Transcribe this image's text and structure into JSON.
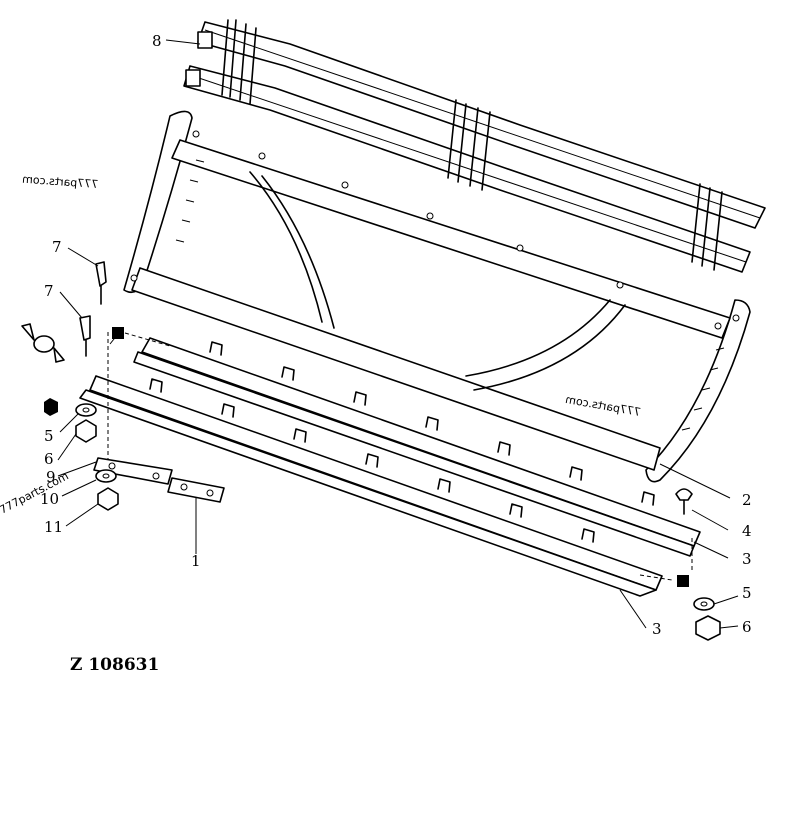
{
  "figure_id": "Z 108631",
  "watermarks": [
    "777parts.com",
    "777parts.com",
    "777parts.com"
  ],
  "callouts": [
    "8",
    "7",
    "7",
    "5",
    "6",
    "9",
    "10",
    "11",
    "1",
    "2",
    "4",
    "3",
    "3",
    "5",
    "6"
  ]
}
